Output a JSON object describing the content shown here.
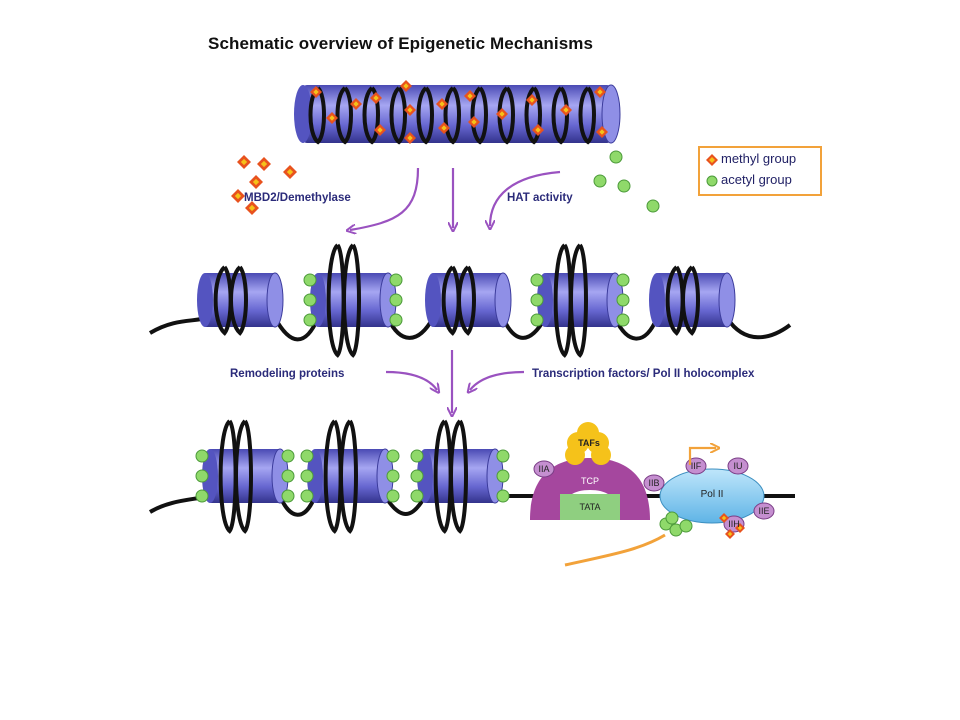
{
  "title": "Schematic overview of Epigenetic Mechanisms",
  "legend": {
    "methyl": "methyl group",
    "acetyl": "acetyl group"
  },
  "labels": {
    "mbd2": "MBD2/Demethylase",
    "hat": "HAT activity",
    "remodeling": "Remodeling proteins",
    "tf": "Transcription factors/ Pol II holocomplex"
  },
  "complex": {
    "tafs": "TAFs",
    "tcp": "TCP",
    "tata": "TATA",
    "iia": "IIA",
    "iib": "IIB",
    "iif": "IIF",
    "iiu": "IU",
    "iie": "IIE",
    "iih": "IIH",
    "pol2": "Pol II"
  },
  "colors": {
    "nucleosome": "#6e6ed8",
    "nucleosome_dark": "#3c3c9c",
    "dna": "#111111",
    "arrow": "#9a52c0",
    "methyl": "#e8521e",
    "acetyl": "#8fd96a",
    "tcp": "#a5479e",
    "tata": "#8fcf80",
    "tafs": "#f5c21a",
    "pol2": "#7fc6ee",
    "legend_border": "#f2a23a"
  }
}
